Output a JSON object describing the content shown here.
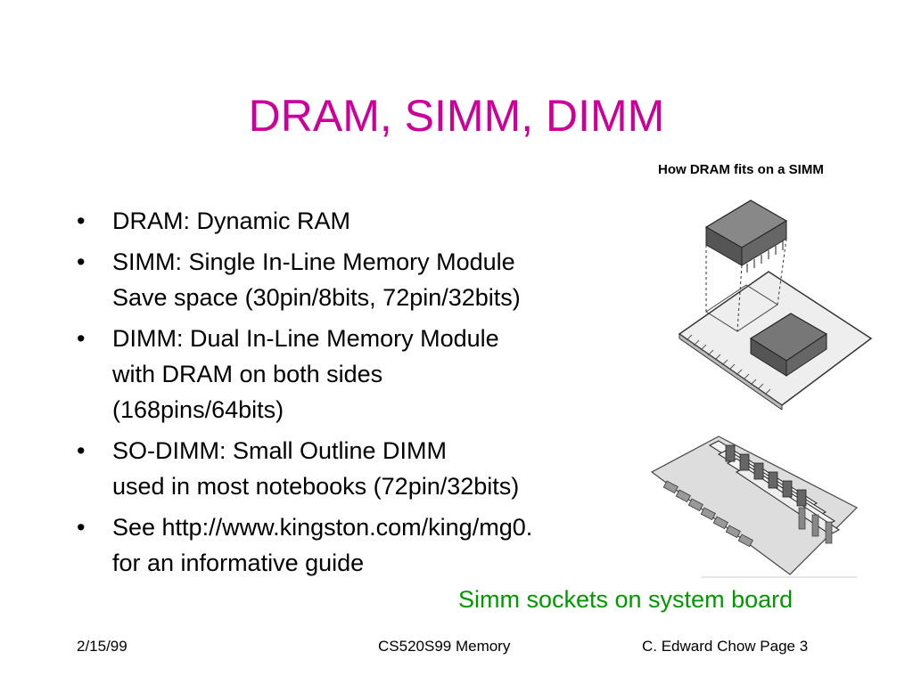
{
  "slide": {
    "title": "DRAM, SIMM, DIMM",
    "bullets": [
      {
        "lines": [
          "DRAM: Dynamic RAM"
        ]
      },
      {
        "lines": [
          "SIMM: Single In-Line Memory Module",
          "Save space (30pin/8bits, 72pin/32bits)"
        ]
      },
      {
        "lines": [
          "DIMM: Dual In-Line Memory Module",
          "with DRAM on both sides",
          "(168pins/64bits)"
        ]
      },
      {
        "lines": [
          "SO-DIMM: Small Outline DIMM",
          "used in most notebooks (72pin/32bits)"
        ]
      },
      {
        "lines": [
          "See http://www.kingston.com/king/mg0.",
          "for an informative guide"
        ]
      }
    ],
    "figure_caption": "How DRAM fits on a SIMM",
    "sockets_caption": "Simm sockets on system board"
  },
  "footer": {
    "date": "2/15/99",
    "course": "CS520S99 Memory",
    "author": "C. Edward Chow Page 3"
  }
}
